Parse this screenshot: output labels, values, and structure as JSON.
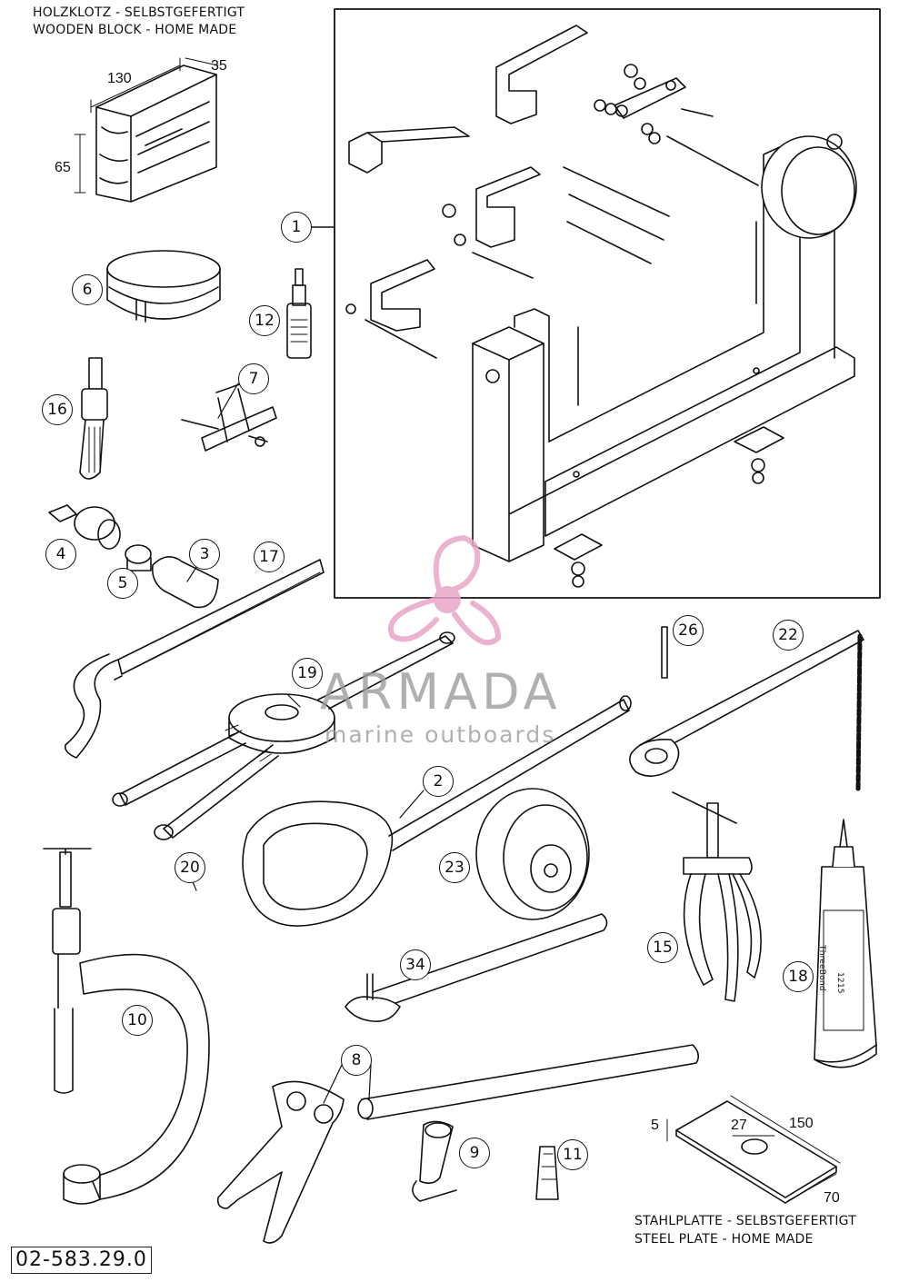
{
  "header": {
    "wooden_block_de": "HOLZKLOTZ - SELBSTGEFERTIGT",
    "wooden_block_en": "WOODEN BLOCK - HOME MADE"
  },
  "footer": {
    "steel_plate_de": "STAHLPLATTE - SELBSTGEFERTIGT",
    "steel_plate_en": "STEEL PLATE - HOME MADE",
    "document_number": "02-583.29.0"
  },
  "block_dimensions": {
    "length": "130",
    "depth": "35",
    "height": "65"
  },
  "plate_dimensions": {
    "thickness": "5",
    "hole": "27",
    "length": "150",
    "width": "70"
  },
  "part_numbers": {
    "p1": "1",
    "p2": "2",
    "p3": "3",
    "p4": "4",
    "p5": "5",
    "p6": "6",
    "p7": "7",
    "p8": "8",
    "p9": "9",
    "p10": "10",
    "p11": "11",
    "p12": "12",
    "p15": "15",
    "p16": "16",
    "p17": "17",
    "p18": "18",
    "p19": "19",
    "p20": "20",
    "p22": "22",
    "p23": "23",
    "p26": "26",
    "p34": "34"
  },
  "tube_label": {
    "brand": "ThreeBond",
    "code": "1215"
  },
  "watermark": {
    "title": "ARMADA",
    "subtitle": "marine outboards",
    "color": "#e8a6c8"
  }
}
